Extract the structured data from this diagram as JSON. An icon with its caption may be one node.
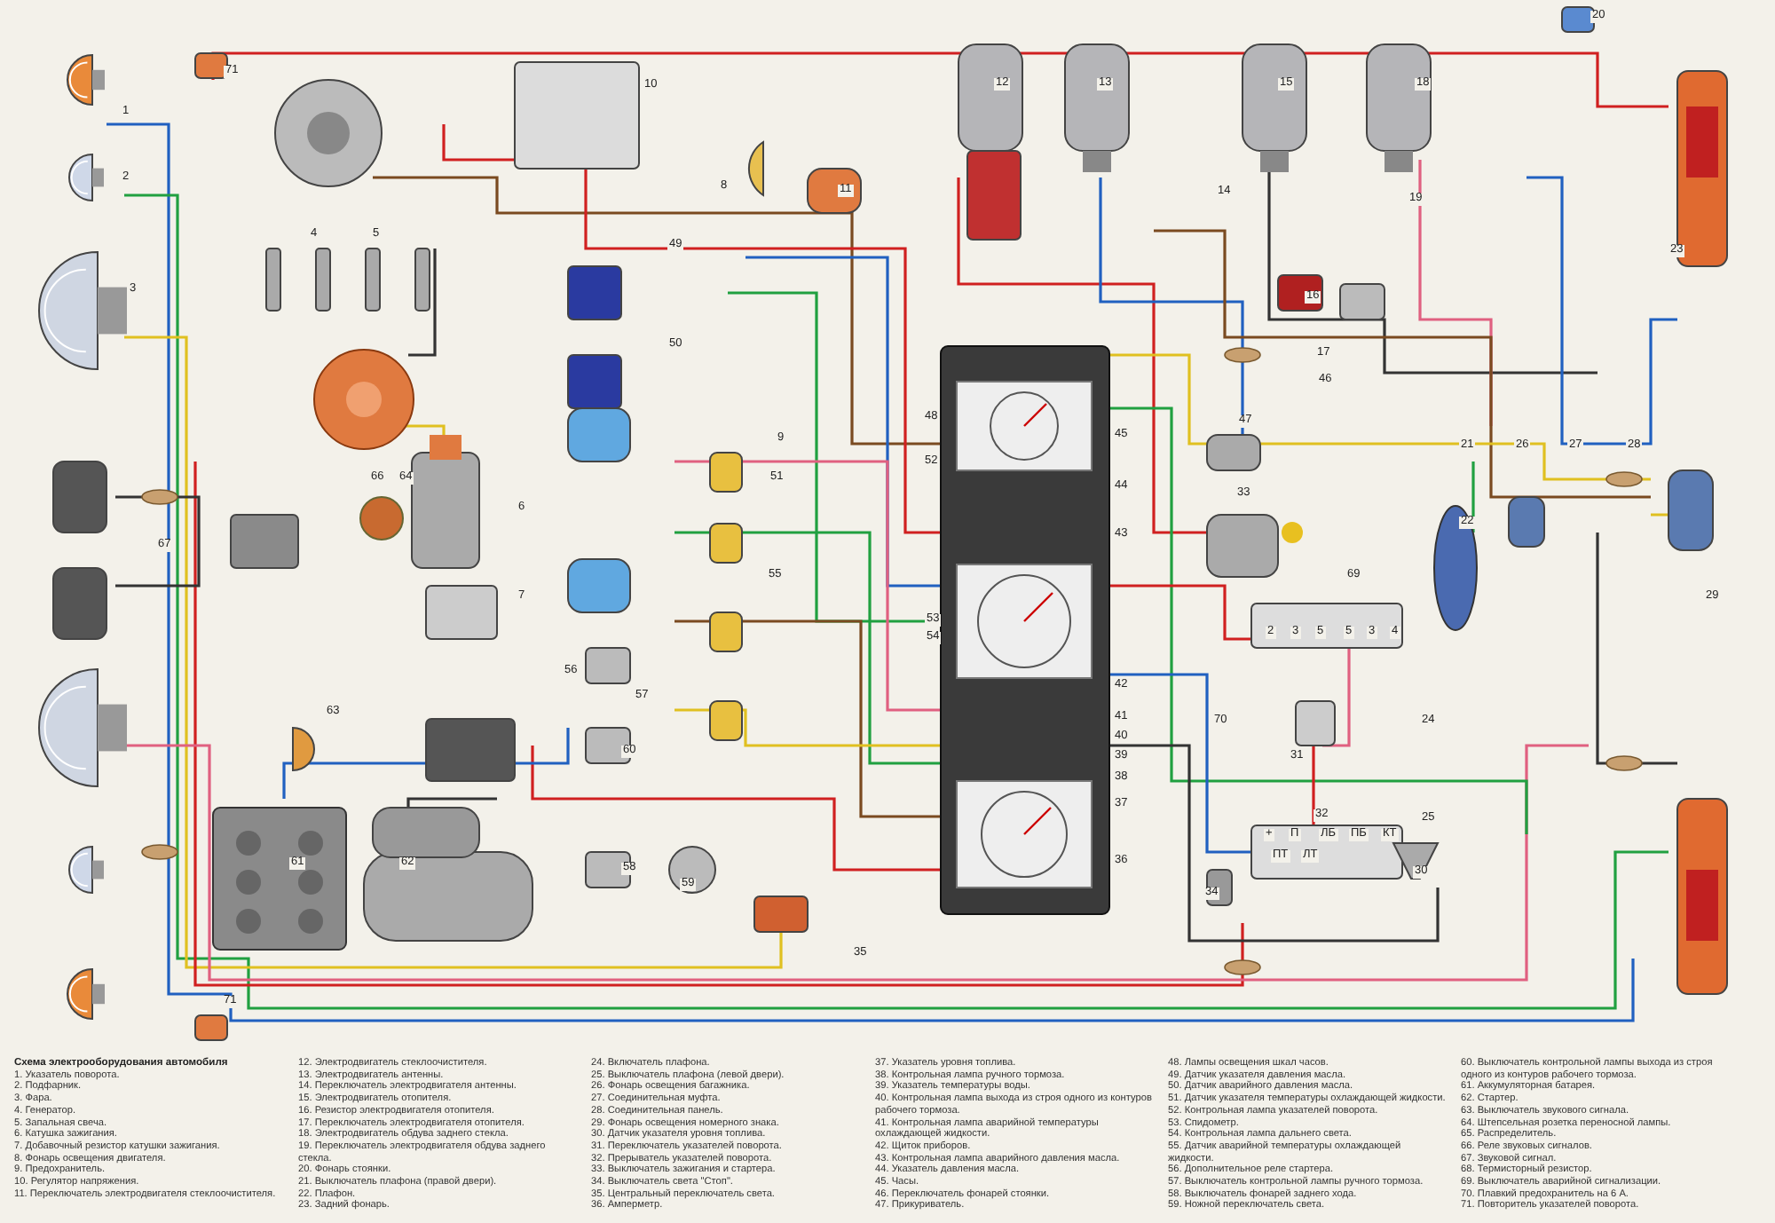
{
  "diagram": {
    "title": "Схема электрооборудования автомобиля",
    "labels": [
      "20",
      "71",
      "10",
      "12",
      "13",
      "15",
      "18",
      "1",
      "2",
      "4",
      "5",
      "8",
      "11",
      "14",
      "19",
      "23",
      "49",
      "16",
      "3",
      "50",
      "17",
      "46",
      "47",
      "9",
      "48",
      "45",
      "21",
      "26",
      "27",
      "28",
      "52",
      "66",
      "64",
      "51",
      "44",
      "33",
      "6",
      "43",
      "67",
      "22",
      "55",
      "69",
      "7",
      "29",
      "53",
      "54",
      "56",
      "42",
      "57",
      "63",
      "24",
      "41",
      "70",
      "40",
      "60",
      "39",
      "31",
      "38",
      "37",
      "32",
      "25",
      "61",
      "62",
      "36",
      "58",
      "30",
      "34",
      "59",
      "35",
      "71",
      "2",
      "3",
      "5",
      "5",
      "3",
      "4",
      "+",
      "П",
      "ЛБ",
      "ПБ",
      "КТ",
      "ПТ",
      "ЛТ",
      "1. Указатель поворота.",
      "2. Подфарник.",
      "3. Фара.",
      "4. Генератор.",
      "5. Запальная свеча.",
      "6. Катушка зажигания.",
      "7. Добавочный резистор катушки зажигания.",
      "8. Фонарь освещения двигателя.",
      "9. Предохранитель.",
      "10. Регулятор напряжения.",
      "11. Переключатель электродвигателя стеклоочистителя.",
      "12. Электродвигатель стеклоочистителя.",
      "13. Электродвигатель антенны.",
      "14. Переключатель электродвигателя антенны.",
      "15. Электродвигатель отопителя.",
      "16. Резистор электродвигателя отопителя.",
      "17. Переключатель электродвигателя отопителя.",
      "18. Электродвигатель обдува заднего стекла.",
      "19. Переключатель электродвигателя обдува заднего стекла.",
      "20. Фонарь стоянки.",
      "21. Выключатель плафона (правой двери).",
      "22. Плафон.",
      "23. Задний фонарь.",
      "24. Включатель плафона.",
      "25. Выключатель плафона (левой двери).",
      "26. Фонарь освещения багажника.",
      "27. Соединительная муфта.",
      "28. Соединительная панель.",
      "29. Фонарь освещения номерного знака.",
      "30. Датчик указателя уровня топлива.",
      "31. Переключатель указателей поворота.",
      "32. Прерыватель указателей поворота.",
      "33. Выключатель зажигания и стартера.",
      "34. Выключатель света \"Стоп\".",
      "35. Центральный переключатель света.",
      "36. Амперметр.",
      "37. Указатель уровня топлива.",
      "38. Контрольная лампа ручного тормоза.",
      "39. Указатель температуры воды.",
      "40. Контрольная лампа выхода из строя одного из контуров рабочего тормоза.",
      "41. Контрольная лампа аварийной температуры охлаждающей жидкости.",
      "42. Щиток приборов.",
      "43. Контрольная лампа аварийного давления масла.",
      "44. Указатель давления масла.",
      "45. Часы.",
      "46. Переключатель фонарей стоянки.",
      "47. Прикуриватель.",
      "48. Лампы освещения шкал часов.",
      "49. Датчик указателя давления масла.",
      "50. Датчик аварийного давления масла.",
      "51. Датчик указателя температуры охлаждающей жидкости.",
      "52. Контрольная лампа указателей поворота.",
      "53. Спидометр.",
      "54. Контрольная лампа дальнего света.",
      "55. Датчик аварийной температуры охлаждающей жидкости.",
      "56. Дополнительное реле стартера.",
      "57. Выключатель контрольной лампы ручного тормоза.",
      "58. Выключатель фонарей заднего хода.",
      "59. Ножной переключатель света.",
      "60. Выключатель контрольной лампы выхода из строя одного из контуров рабочего тормоза.",
      "61. Аккумуляторная батарея.",
      "62. Стартер.",
      "63. Выключатель звукового сигнала.",
      "64. Штепсельная розетка переносной лампы.",
      "65. Распределитель.",
      "66. Реле звуковых сигналов.",
      "67. Звуковой сигнал.",
      "68. Термисторный резистор.",
      "69. Выключатель аварийной сигнализации.",
      "70. Плавкий предохранитель на 6 А.",
      "71. Повторитель указателей поворота."
    ]
  }
}
